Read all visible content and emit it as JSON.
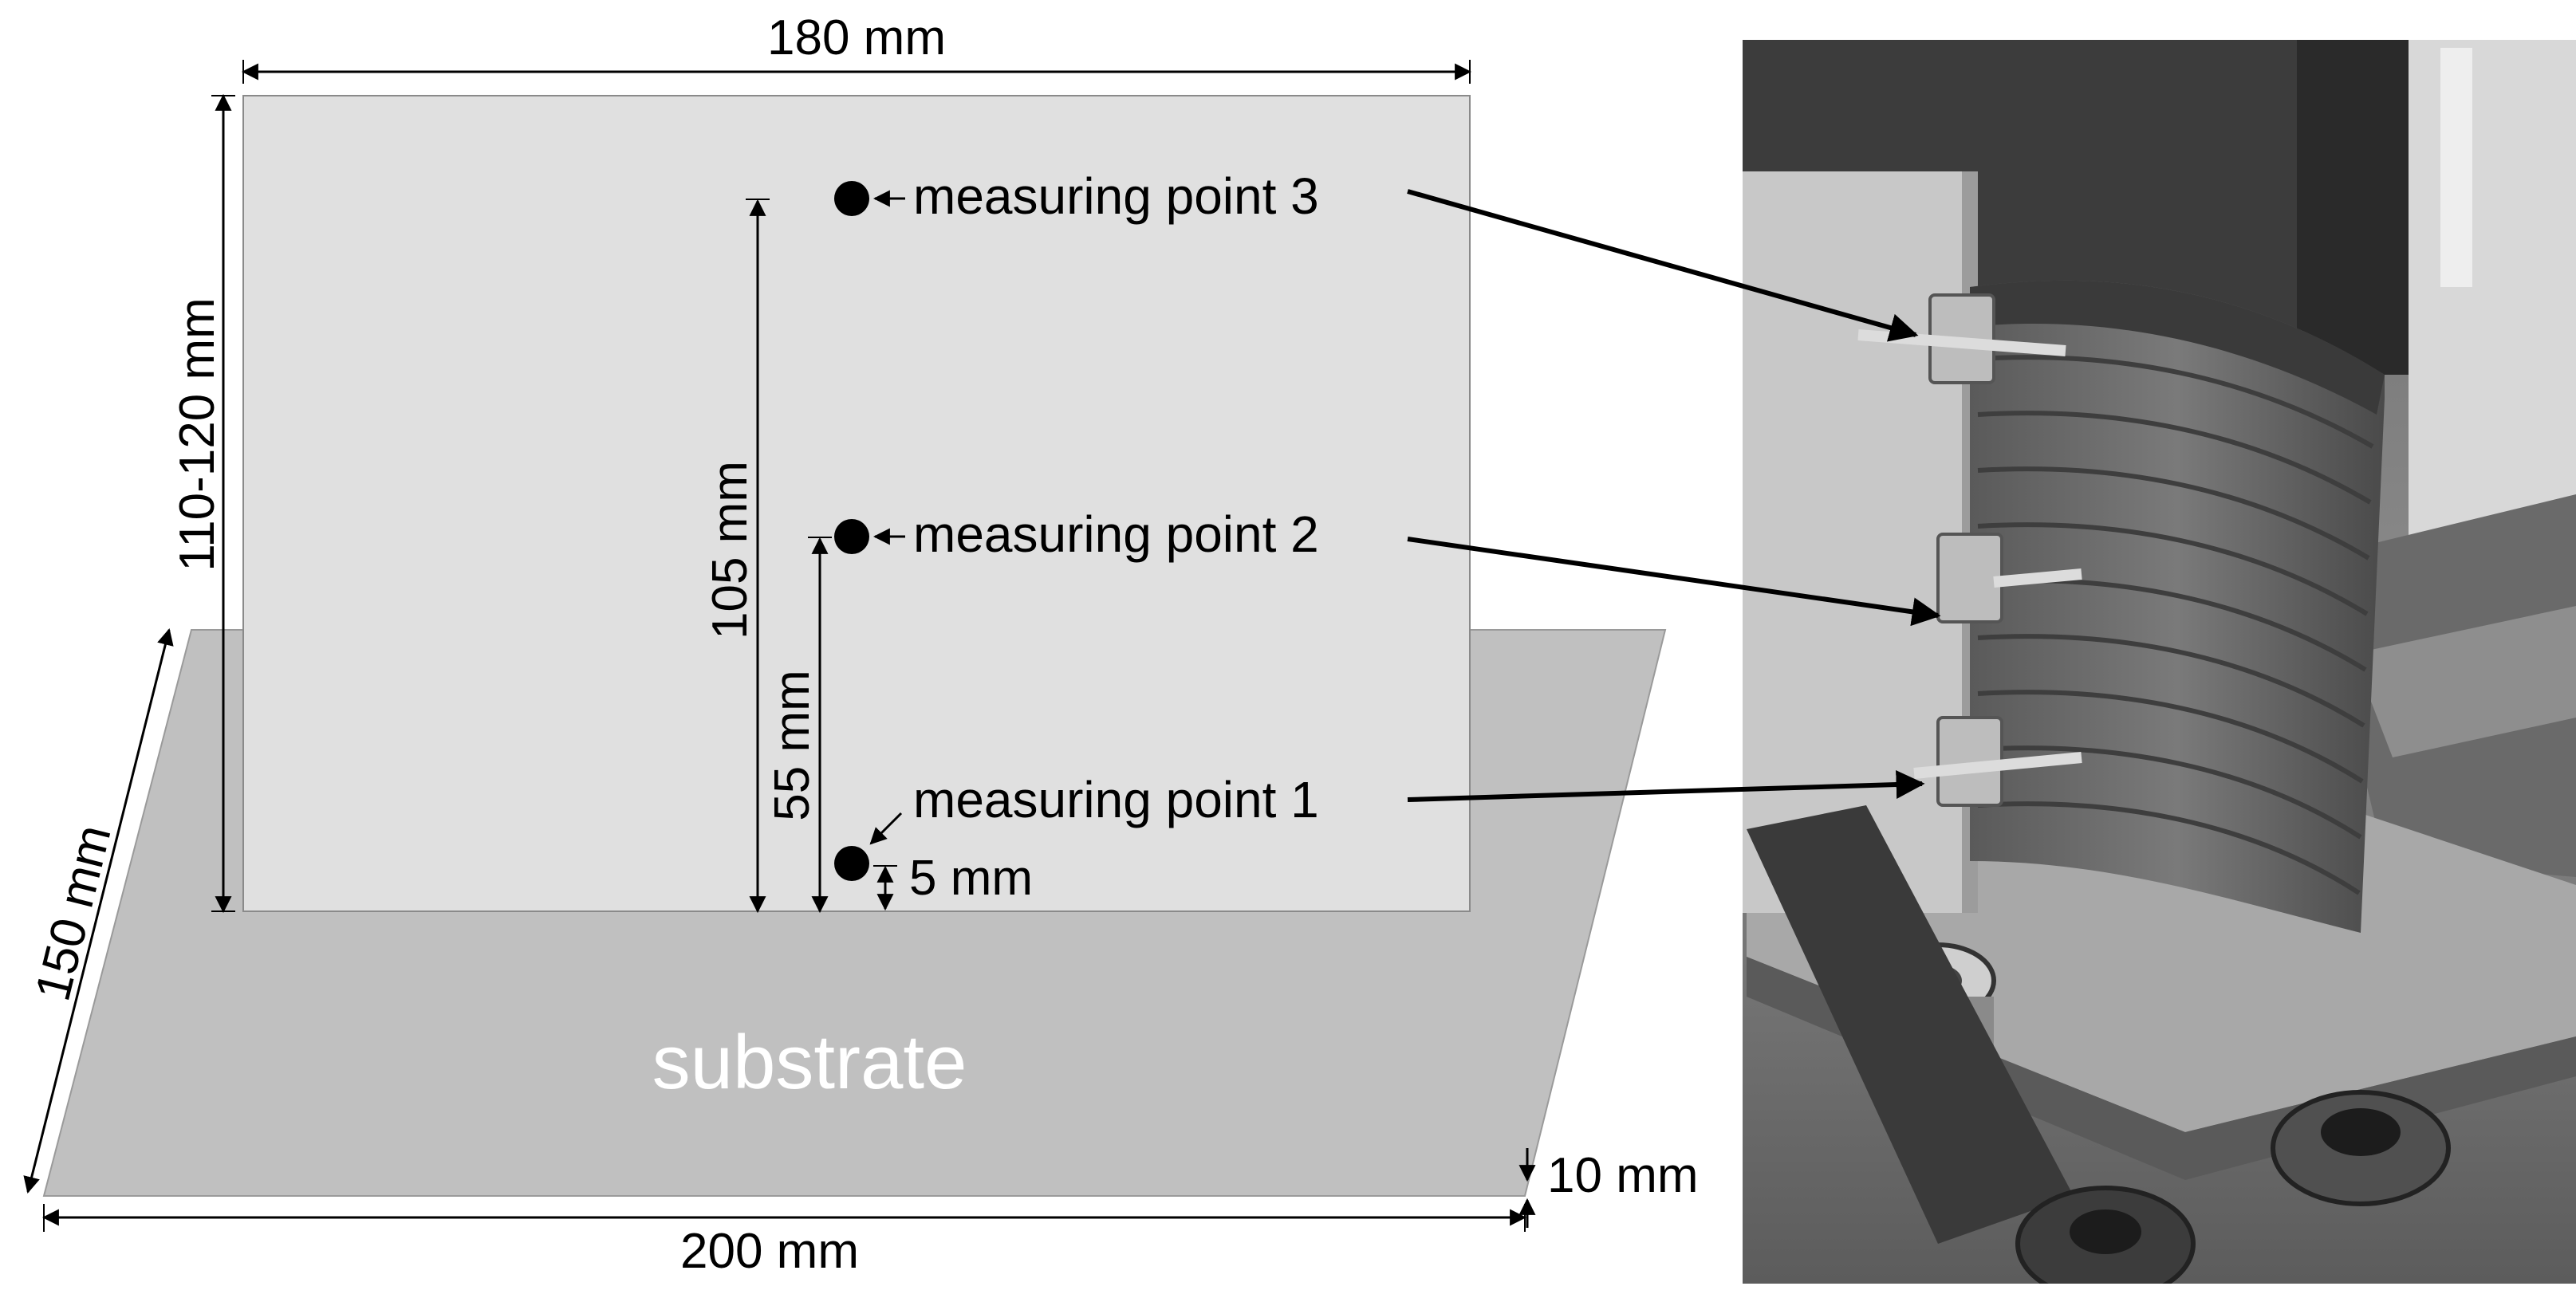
{
  "diagram": {
    "labels": {
      "width_top": "180 mm",
      "height": "110-120 mm",
      "depth": "150 mm",
      "width_bottom": "200 mm",
      "thickness": "10 mm",
      "h_105": "105 mm",
      "h_55": "55 mm",
      "h_5": "5 mm",
      "substrate": "substrate"
    },
    "measuring_points": [
      {
        "label": "measuring point 3"
      },
      {
        "label": "measuring point 2"
      },
      {
        "label": "measuring point 1"
      }
    ]
  },
  "photo": {
    "description_icon": "photo-of-wall-with-sensors"
  }
}
